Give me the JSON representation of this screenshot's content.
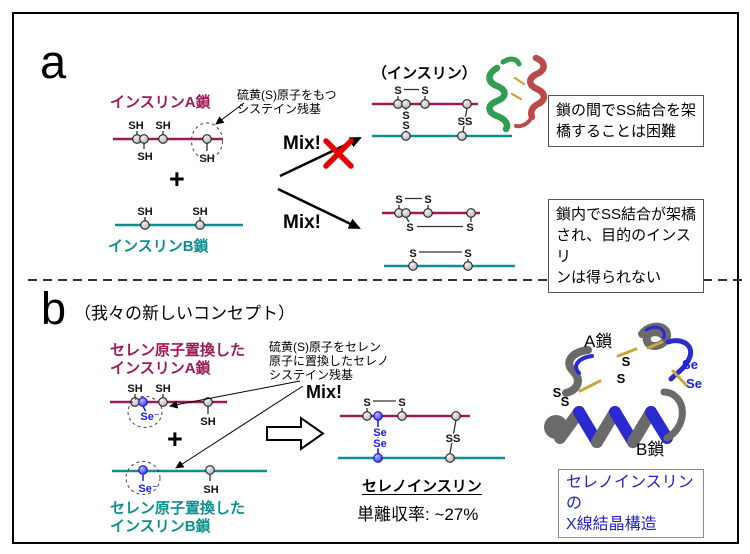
{
  "panel_a": {
    "label": "a",
    "insulin_a_chain": "インスリンA鎖",
    "insulin_b_chain": "インスリンB鎖",
    "cysteine_callout": "硫黄(S)原子をもつ\nシステイン残基",
    "plus": "+",
    "mix_top": "Mix!",
    "mix_bottom": "Mix!",
    "insulin_product": "（インスリン）",
    "note_interchain": "鎖の間でSS結合を架\n橋することは困難",
    "note_intrachain": "鎖内でSS結合が架橋\nされ、目的のインスリ\nンは得られない"
  },
  "panel_b": {
    "label": "b",
    "subtitle": "（我々の新しいコンセプト）",
    "seleno_a_chain": "セレン原子置換した\nインスリンA鎖",
    "seleno_b_chain": "セレン原子置換した\nインスリンB鎖",
    "selenocysteine_callout": "硫黄(S)原子をセレン\n原子に置換したセレノ\nシステイン残基",
    "plus": "+",
    "mix": "Mix!",
    "product_name": "セレノインスリン",
    "yield": "単離収率: ~27%",
    "a_chain_label": "A鎖",
    "b_chain_label": "B鎖",
    "xray_caption": "セレノインスリンの\nX線結晶構造"
  },
  "glyphs": {
    "sh": "SH",
    "s": "S",
    "ss": "SS",
    "se": "Se",
    "se_minus": "Se⁻"
  },
  "colors": {
    "a_chain_magenta": "#a01858",
    "b_chain_teal": "#0b8f8f",
    "selenium_blue": "#1a1aee",
    "cross_red": "#e60000",
    "caption_blue": "#2222cc",
    "ribbon_green": "#2f9e50",
    "ribbon_red": "#bc4a4a",
    "ribbon_gray": "#6a6a6a",
    "ribbon_blue": "#2a2ad0",
    "disulfide_yellow": "#c9a636"
  }
}
